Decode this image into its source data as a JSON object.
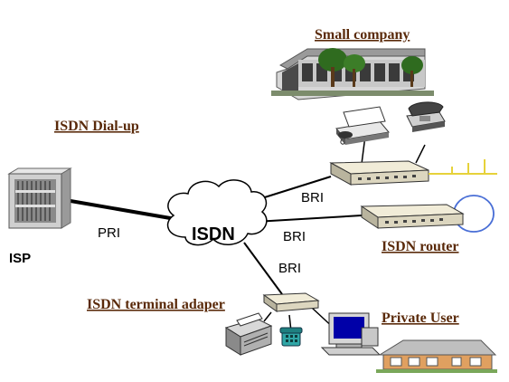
{
  "labels": {
    "small_company": "Small company",
    "isdn_dialup": "ISDN Dial-up",
    "isp": "ISP",
    "pri": "PRI",
    "isdn": "ISDN",
    "bri_top": "BRI",
    "bri_mid": "BRI",
    "bri_bottom": "BRI",
    "isdn_router": "ISDN router",
    "isdn_terminal_adapter": "ISDN terminal adaper",
    "private_user": "Private User"
  },
  "colors": {
    "title_text": "#5a2a0a",
    "link_line": "#000000",
    "router_ring": "#4a6fd6",
    "lan_line": "#e6d23a",
    "building_roof": "#7a7a7a",
    "house_roof": "#c0c0c0"
  },
  "icons": [
    "isp-server-rack-icon",
    "isdn-cloud-icon",
    "small-company-building-icon",
    "fax-machine-icon",
    "telephone-icon",
    "company-router-icon",
    "isdn-router-icon",
    "terminal-adapter-icon",
    "printer-icon",
    "phone-small-icon",
    "computer-icon",
    "house-icon"
  ]
}
